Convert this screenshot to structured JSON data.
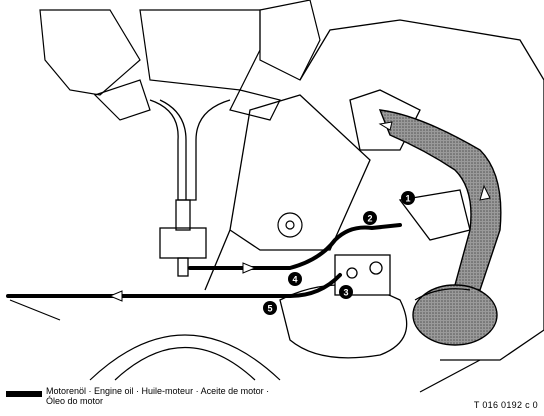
{
  "callouts": [
    "1",
    "2",
    "3",
    "4",
    "5"
  ],
  "legend": {
    "line1": "Motorenöl · Engine oil · Huile-moteur · Aceite de motor ·",
    "line2": "Óleo do motor"
  },
  "reference_code": "T 016 0192 c 0",
  "colors": {
    "ink": "#000000",
    "hatch": "#7a7a7a",
    "paper": "#ffffff"
  }
}
